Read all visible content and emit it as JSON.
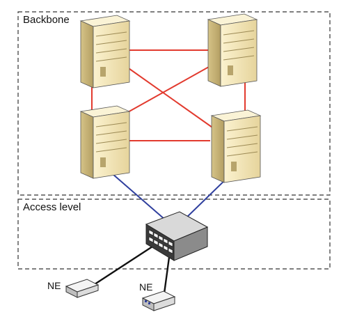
{
  "zones": {
    "backbone": {
      "label": "Backbone"
    },
    "access": {
      "label": "Access level"
    }
  },
  "nodes": {
    "servers": [
      "server",
      "server",
      "server",
      "server"
    ],
    "switch": "switch",
    "ne": [
      {
        "label": "NE"
      },
      {
        "label": "NE"
      }
    ]
  },
  "links": {
    "backbone_mesh": {
      "color": "#e23a2e"
    },
    "uplinks": {
      "color": "#2f3f9e"
    },
    "access": {
      "color": "#111111"
    }
  },
  "colors": {
    "server_front": "#f1e4b6",
    "server_side": "#c9b57d",
    "server_top": "#faf3d6",
    "switch_top": "#d9d9d9",
    "switch_front": "#8b8b8b",
    "zone_border": "#333333"
  }
}
